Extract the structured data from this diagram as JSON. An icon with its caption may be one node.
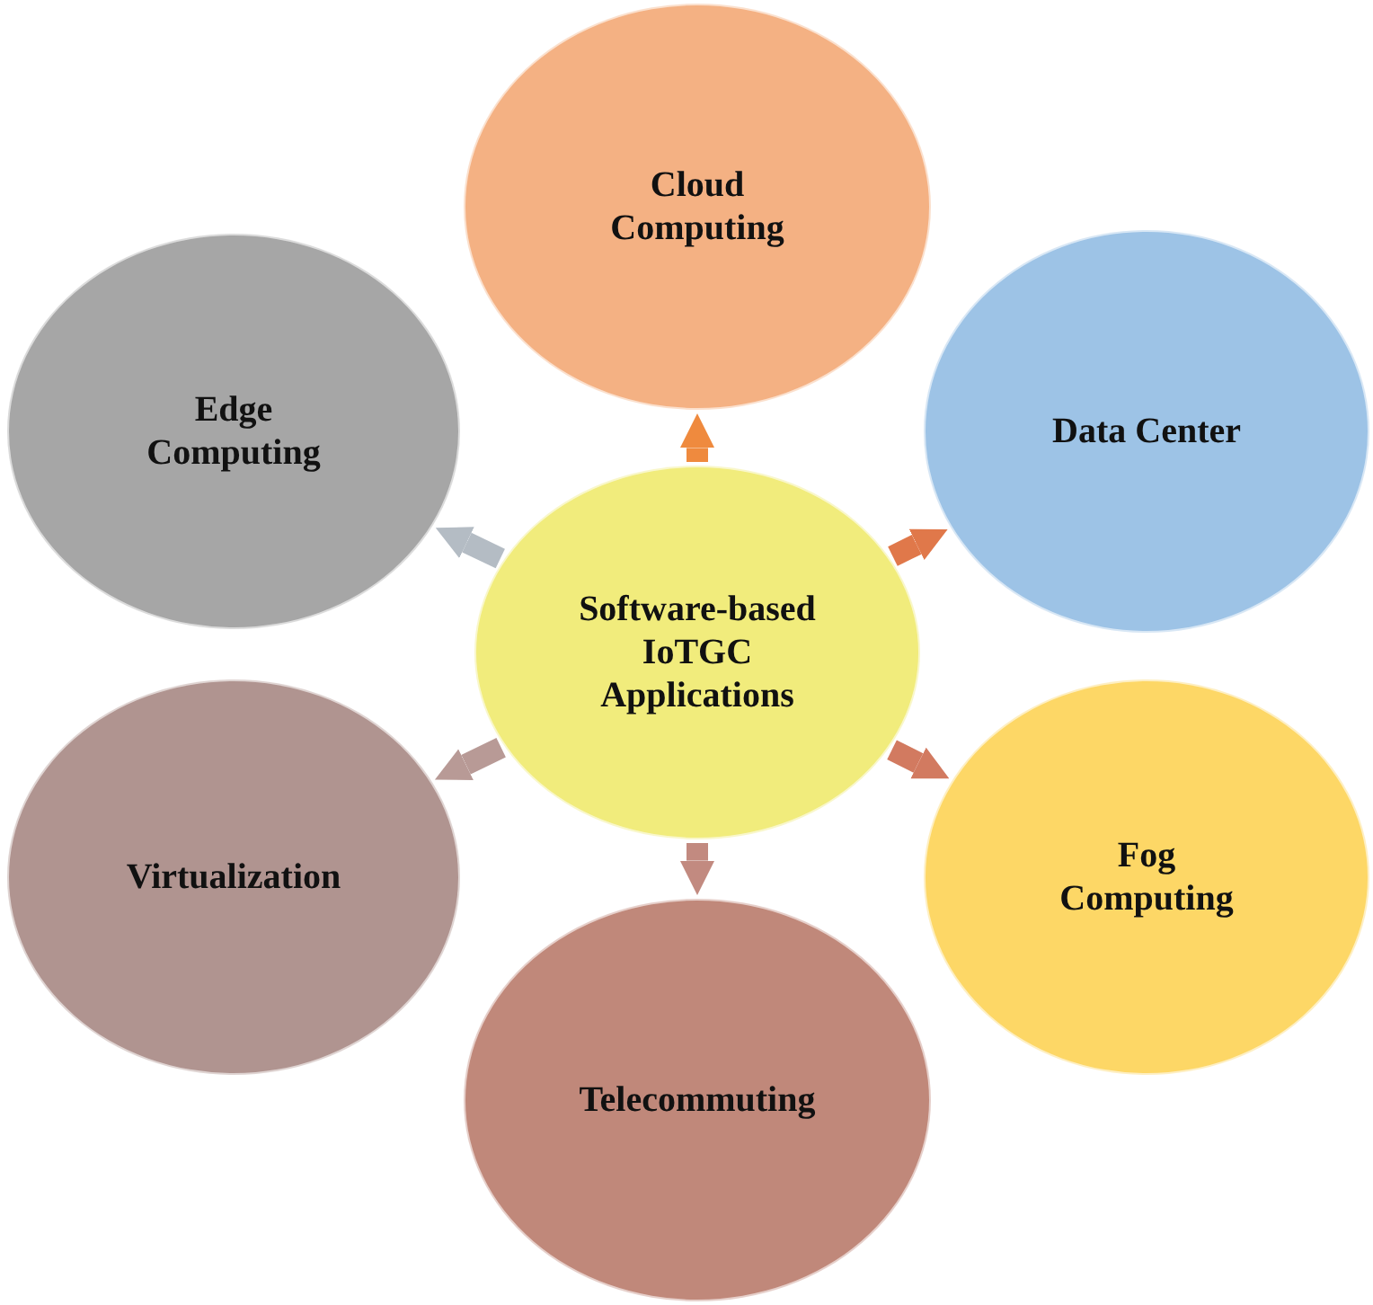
{
  "diagram": {
    "nodes": [
      {
        "text": [
          "Software-based IoTGC Applications"
        ]
      },
      {
        "text": [
          "Cloud Computing"
        ]
      },
      {
        "text": [
          "Data Center"
        ]
      },
      {
        "text": [
          "Fog Computing"
        ]
      },
      {
        "text": [
          "Telecommuting"
        ]
      },
      {
        "text": [
          "Virtualization"
        ]
      },
      {
        "text": [
          "Edge Computing"
        ]
      }
    ],
    "edges": [
      {
        "from": 0,
        "to": 1,
        "arrow": "to",
        "color": "#ef8a3e"
      },
      {
        "from": 0,
        "to": 2,
        "arrow": "to",
        "color": "#e0784a"
      },
      {
        "from": 0,
        "to": 3,
        "arrow": "to",
        "color": "#d27a60"
      },
      {
        "from": 0,
        "to": 4,
        "arrow": "to",
        "color": "#c28a80"
      },
      {
        "from": 0,
        "to": 5,
        "arrow": "to",
        "color": "#b89a96"
      },
      {
        "from": 0,
        "to": 6,
        "arrow": "to",
        "color": "#b4bcc4"
      }
    ]
  }
}
